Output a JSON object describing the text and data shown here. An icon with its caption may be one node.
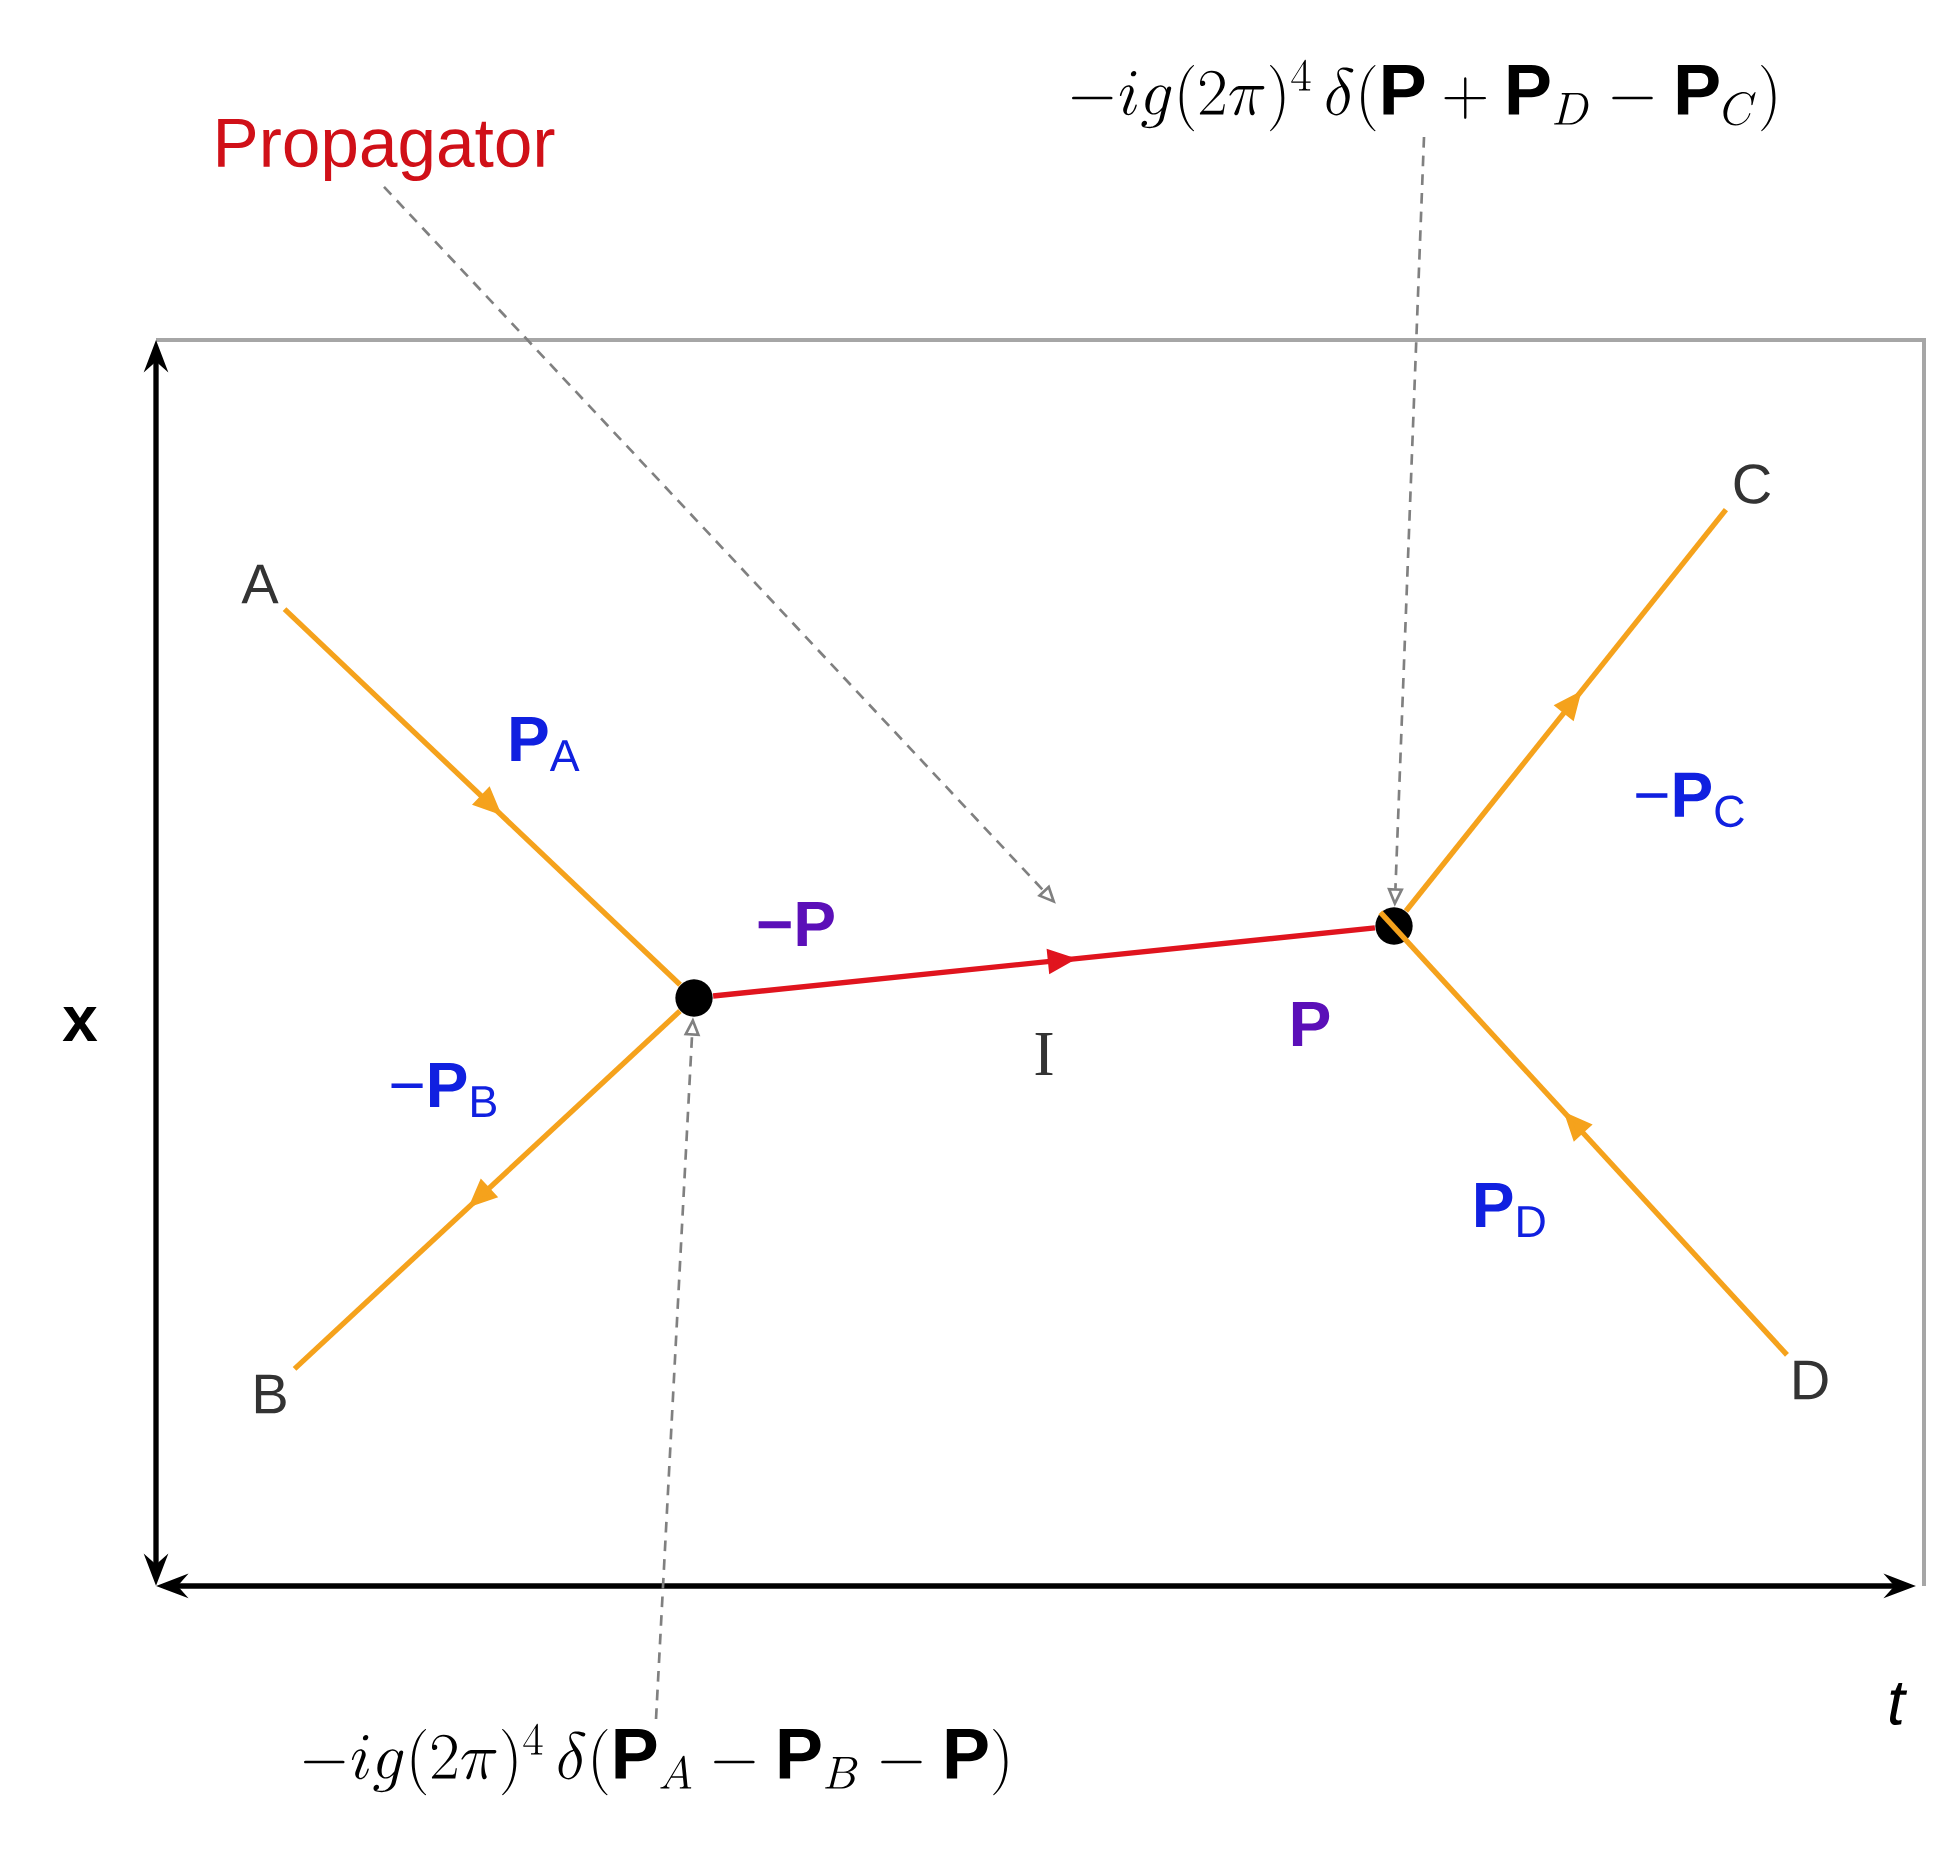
{
  "diagram": {
    "nodes": [
      {
        "text": [
          "Propagator"
        ]
      },
      {
        "text": [
          "-ig(2\\pi)^4\\,\\delta(\\mathbf{P}+\\mathbf{P}_D-\\mathbf{P}_C)"
        ]
      },
      {
        "text": [
          "A"
        ]
      },
      {
        "text": [
          "C"
        ]
      },
      {
        "text": [],
        "shape": "circle"
      },
      {
        "text": [],
        "shape": "circle"
      },
      {
        "text": [
          "B"
        ]
      },
      {
        "text": [
          "D"
        ]
      },
      {
        "text": [
          "-ig(2\\pi)^4\\,\\delta(\\mathbf{P}_A-\\mathbf{P}_B-\\mathbf{P})"
        ]
      }
    ],
    "edges": [
      {
        "from": 2,
        "to": 4,
        "arrow": "to",
        "label": "**P**$_{A}$"
      },
      {
        "from": 4,
        "to": 6,
        "arrow": "to",
        "label": "−**P**$_{B}$"
      },
      {
        "from": 4,
        "to": 5,
        "arrow": "to",
        "label": "I",
        "color": "#e0141e"
      },
      {
        "from": 5,
        "to": 3,
        "arrow": "to",
        "label": "−**P**$_{C}$"
      },
      {
        "from": 7,
        "to": 5,
        "arrow": "to",
        "label": "**P**$_{D}$"
      },
      {
        "from": 0,
        "to": null,
        "arrow": "to",
        "style": "dashed",
        "color": "#808080"
      },
      {
        "from": 1,
        "to": 5,
        "arrow": "to",
        "style": "dashed",
        "color": "#808080"
      },
      {
        "from": 8,
        "to": 4,
        "arrow": "to",
        "style": "dashed",
        "color": "#808080"
      }
    ],
    "labels": [
      "−P",
      "P",
      "x",
      "t"
    ]
  }
}
